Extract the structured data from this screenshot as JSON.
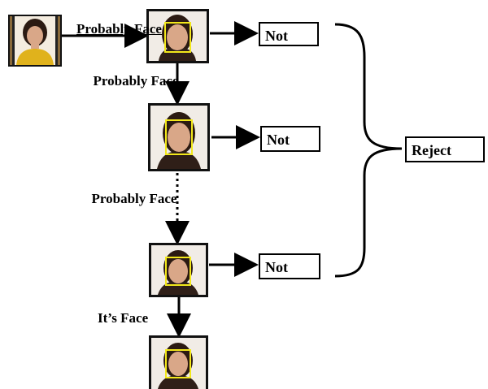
{
  "labels": {
    "probably_face_1": "Probably Face",
    "probably_face_2": "Probably Face",
    "probably_face_3": "Probably Face",
    "its_face": "It’s Face"
  },
  "boxes": {
    "not_1": "Not",
    "not_2": "Not",
    "not_3": "Not",
    "reject": "Reject"
  },
  "colors": {
    "face_box": "#f2e81b",
    "line": "#000000",
    "shirt": "#e0b21c",
    "skin": "#d9a788",
    "hair": "#2b1a12"
  }
}
